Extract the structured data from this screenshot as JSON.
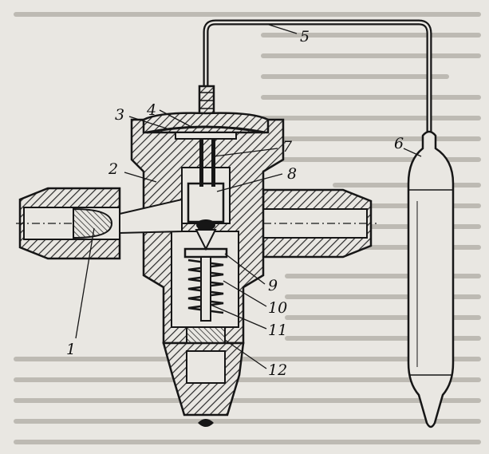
{
  "diagram": {
    "colors": {
      "ink": "#161616",
      "paper": "#e9e7e2",
      "background_text": "#bdbab3"
    },
    "callouts": [
      {
        "id": "1",
        "text": "1"
      },
      {
        "id": "2",
        "text": "2"
      },
      {
        "id": "3",
        "text": "3"
      },
      {
        "id": "4",
        "text": "4"
      },
      {
        "id": "5",
        "text": "5"
      },
      {
        "id": "6",
        "text": "6"
      },
      {
        "id": "7",
        "text": "7"
      },
      {
        "id": "8",
        "text": "8"
      },
      {
        "id": "9",
        "text": "9"
      },
      {
        "id": "10",
        "text": "10"
      },
      {
        "id": "11",
        "text": "11"
      },
      {
        "id": "12",
        "text": "12"
      }
    ]
  }
}
